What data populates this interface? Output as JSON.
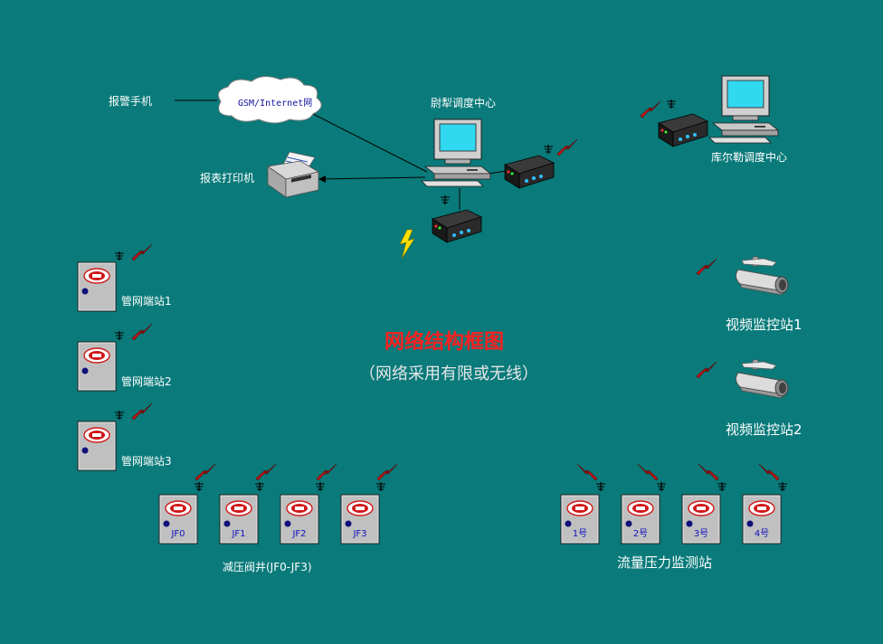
{
  "diagram": {
    "title": "网络结构框图",
    "subtitle": "（网络采用有限或无线）",
    "labels": {
      "alarm_phone": "报警手机",
      "cloud": "GSM/Internet网",
      "dispatch_center_1": "尉犁调度中心",
      "dispatch_center_2": "库尔勒调度中心",
      "printer": "报表打印机",
      "pipe_station_1": "管网端站1",
      "pipe_station_2": "管网端站2",
      "pipe_station_3": "管网端站3",
      "video_station_1": "视频监控站1",
      "video_station_2": "视频监控站2",
      "valve_group": "减压阀井(JF0-JF3)",
      "flow_group": "流量压力监测站"
    },
    "valve_boxes": [
      "JF0",
      "JF1",
      "JF2",
      "JF3"
    ],
    "flow_boxes": [
      "1号",
      "2号",
      "3号",
      "4号"
    ],
    "colors": {
      "background": "#0a7a7a",
      "title": "#ff2020",
      "lightning_red": "#c01010",
      "lightning_yellow": "#ffe000",
      "box_fill": "#c0c0c0",
      "box_label": "#1010c0"
    }
  }
}
